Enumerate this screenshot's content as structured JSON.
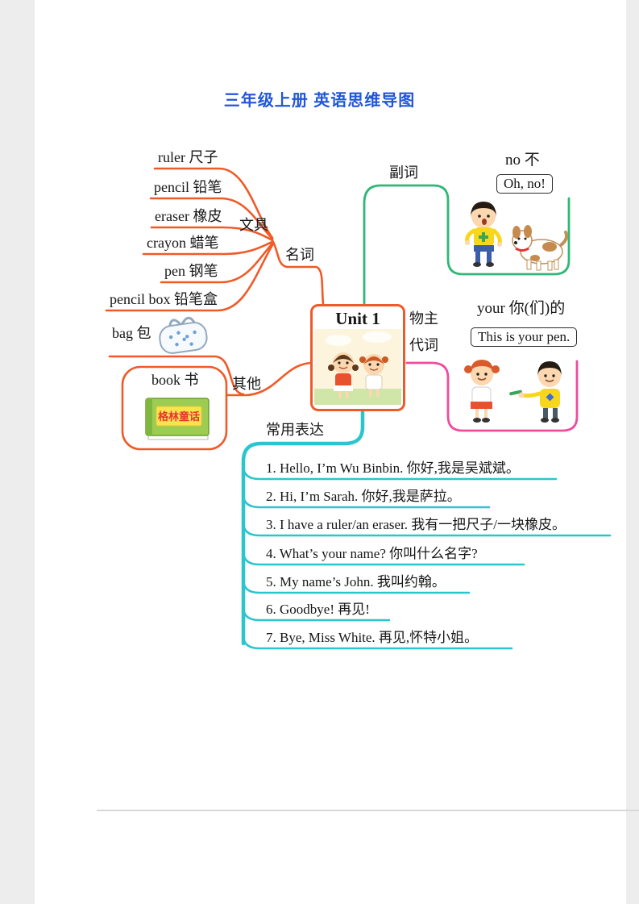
{
  "page": {
    "title": "三年级上册 英语思维导图"
  },
  "center": {
    "label": "Unit 1"
  },
  "nouns": {
    "label": "名词",
    "stationery": {
      "label": "文具",
      "items": [
        "ruler 尺子",
        "pencil 铅笔",
        "eraser 橡皮",
        "crayon 蜡笔",
        "pen 钢笔",
        "pencil box 铅笔盒"
      ]
    },
    "other": {
      "label": "其他",
      "bag": "bag 包",
      "book": "book 书",
      "book_cover_title": "格林童话"
    }
  },
  "adverb": {
    "label": "副词",
    "word": "no 不",
    "example": "Oh, no!"
  },
  "possessive": {
    "label_line1": "物主",
    "label_line2": "代词",
    "word": "your 你(们)的",
    "example": "This is your pen."
  },
  "expressions": {
    "label": "常用表达",
    "items": [
      "1. Hello, I’m Wu Binbin. 你好,我是吴斌斌。",
      "2. Hi, I’m Sarah. 你好,我是萨拉。",
      "3. I have a ruler/an eraser. 我有一把尺子/一块橡皮。",
      "4. What’s your name?  你叫什么名字?",
      "5. My name’s John. 我叫约翰。",
      "6. Goodbye! 再见!",
      "7. Bye, Miss White. 再见,怀特小姐。"
    ]
  },
  "colors": {
    "title_blue": "#2156d9",
    "nouns_orange": "#f05a28",
    "adverb_green": "#2fb877",
    "possessive_pink": "#ee4c9c",
    "expressions_teal": "#2cc5ce"
  }
}
